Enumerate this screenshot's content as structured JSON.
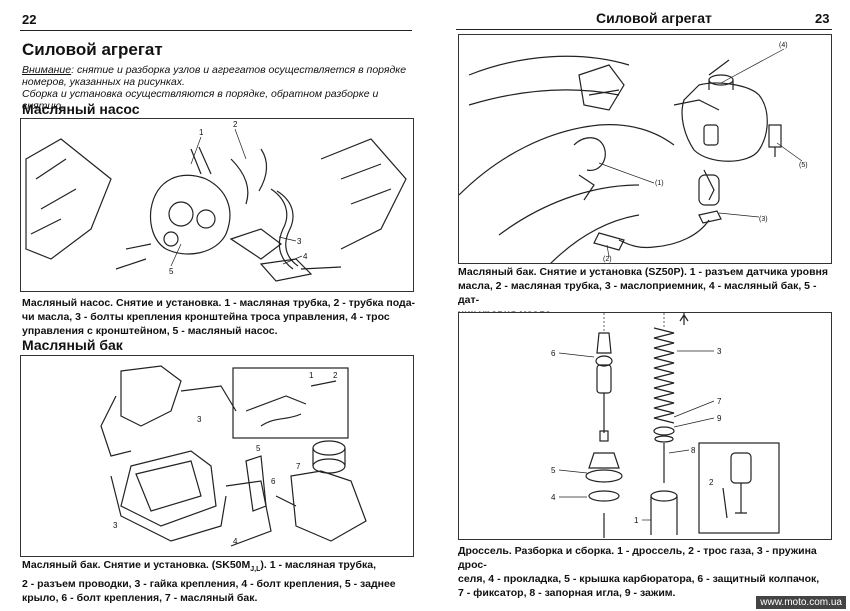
{
  "left_page": {
    "page_number": "22",
    "section_title": "Силовой агрегат",
    "note_label": "Внимание",
    "note_line1": ": снятие и разборка узлов и агрегатов осуществляется в порядке",
    "note_line2": "номеров, указанных на рисунках.",
    "note_line3": "Сборка и установка осуществляются в порядке, обратном разборке и снятию.",
    "oil_pump": {
      "title": "Масляный насос",
      "callouts": [
        "1",
        "2",
        "3",
        "4",
        "5"
      ],
      "caption_lines": [
        "Масляный насос. Снятие и установка. 1 - масляная трубка, 2 - трубка пода-",
        "чи масла, 3 - болты крепления кронштейна троса управления, 4 - трос",
        "управления с кронштейном, 5 - масляный насос."
      ]
    },
    "oil_tank": {
      "title": "Масляный бак",
      "callouts": [
        "1",
        "2",
        "3",
        "4",
        "5",
        "6",
        "7",
        "3"
      ],
      "caption_lines": [
        "Масляный бак. Снятие и установка. (SK50M",
        "). 1 - масляная трубка,",
        "2 - разъем проводки, 3 - гайка крепления, 4 - болт крепления, 5 - заднее",
        "крыло, 6 - болт крепления, 7 - масляный бак."
      ],
      "model_subscript": "J,L"
    }
  },
  "right_page": {
    "header_title": "Силовой агрегат",
    "page_number": "23",
    "tank_figure": {
      "callouts": [
        "(4)",
        "(5)",
        "(1)",
        "(3)",
        "(2)"
      ],
      "caption_lines": [
        "Масляный бак. Снятие и установка (SZ50P). 1 - разъем датчика уровня",
        "масла, 2 - масляная трубка, 3 - маслоприемник, 4 - масляный бак, 5 - дат-",
        "чик уровня масла."
      ]
    },
    "throttle_figure": {
      "callouts": [
        "6",
        "3",
        "7",
        "9",
        "8",
        "5",
        "4",
        "1",
        "2"
      ],
      "caption_lines": [
        "Дроссель. Разборка и сборка. 1 - дроссель, 2 - трос газа, 3 - пружина дрос-",
        "селя, 4 - прокладка, 5 - крышка карбюратора, 6 - защитный колпачок,",
        "7 - фиксатор, 8 - запорная игла, 9 - зажим."
      ]
    }
  },
  "watermark": "www.moto.com.ua"
}
